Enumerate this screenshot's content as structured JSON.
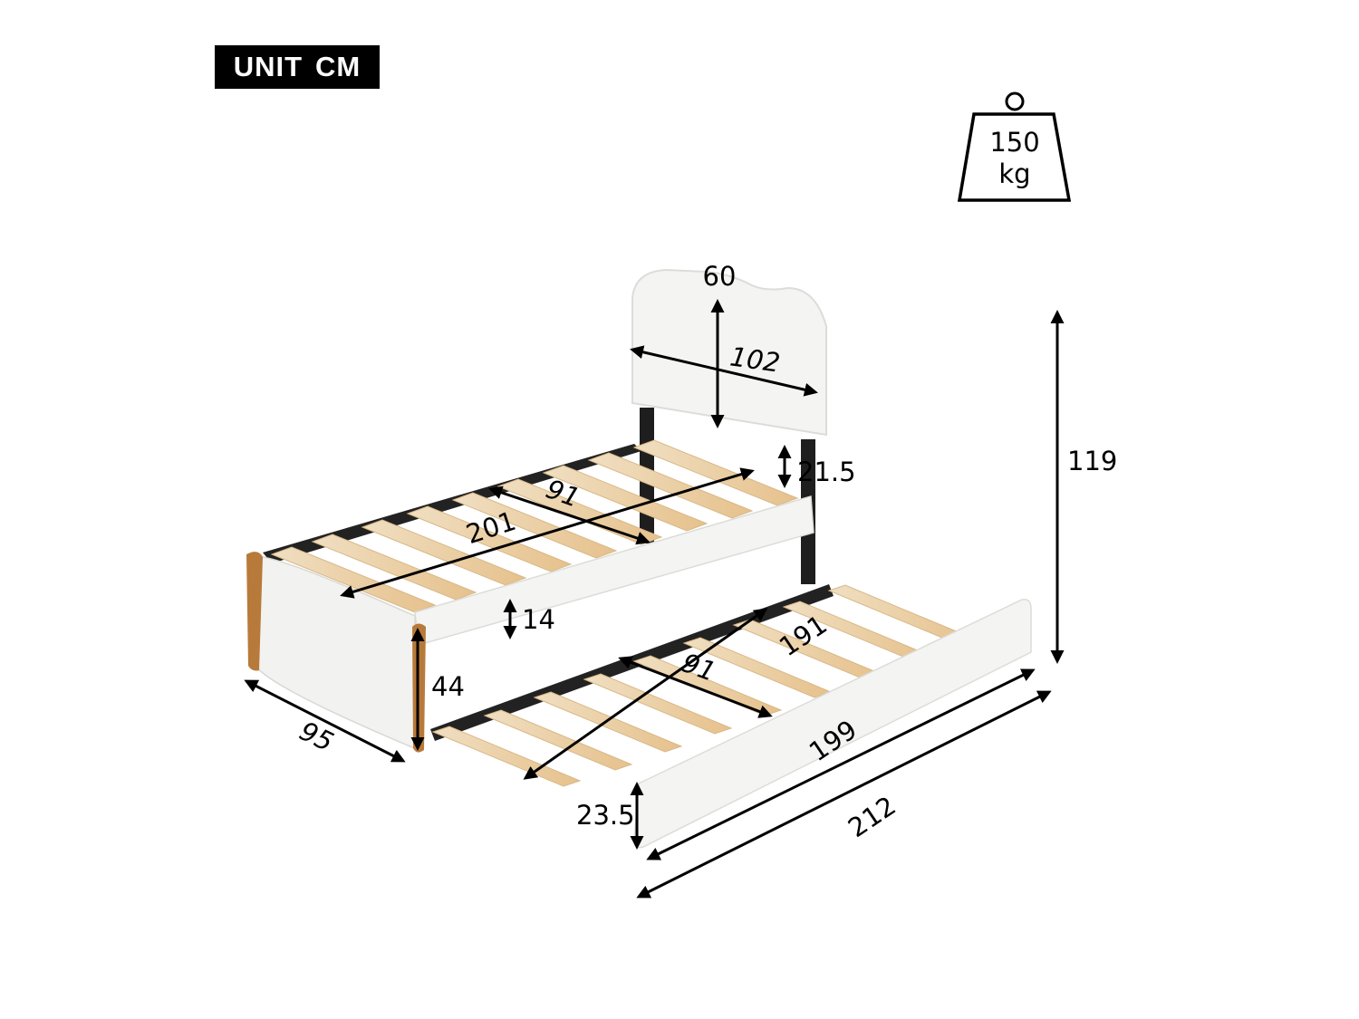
{
  "unit_label": {
    "word1": "UNIT",
    "word2": "CM"
  },
  "weight_capacity": {
    "value": "150",
    "unit": "kg",
    "icon": "weight-icon"
  },
  "colors": {
    "upholstery": "#f4f4f2",
    "slat_light": "#efdcbc",
    "slat_dark": "#e8c48e",
    "frame_metal": "#1e1e1e",
    "wood_trim": "#b87a3a",
    "dimension_line": "#000000"
  },
  "dimensions": {
    "headboard_height": "60",
    "headboard_width": "102",
    "headboard_clearance": "21.5",
    "total_height": "119",
    "bed_slat_length": "201",
    "bed_slat_width": "91",
    "side_rail_height": "14",
    "bed_height": "44",
    "bed_width": "95",
    "trundle_slat_length": "191",
    "trundle_slat_width": "91",
    "trundle_length": "199",
    "trundle_height": "23.5",
    "total_length": "212"
  }
}
